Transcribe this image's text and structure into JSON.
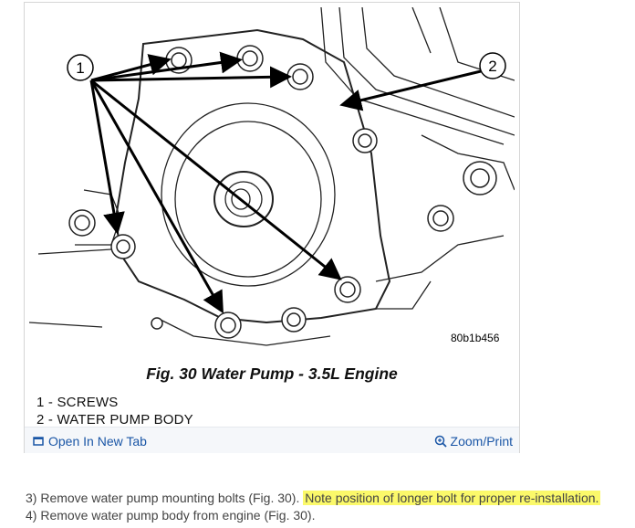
{
  "figure": {
    "callout_1": "1",
    "callout_2": "2",
    "ref_code": "80b1b456",
    "caption": "Fig. 30 Water Pump - 3.5L Engine",
    "legend": [
      "1 - SCREWS",
      "2 - WATER PUMP BODY"
    ]
  },
  "footer": {
    "open_tab_label": "Open In New Tab",
    "zoom_label": "Zoom/Print"
  },
  "steps": {
    "step3_text": "3) Remove water pump mounting bolts (Fig. 30). ",
    "step3_highlight": "Note position of longer bolt for proper re-installation.",
    "step4_text": "4) Remove water pump body from engine (Fig. 30)."
  },
  "colors": {
    "link": "#1a56a6",
    "highlight": "#fbf96a"
  }
}
